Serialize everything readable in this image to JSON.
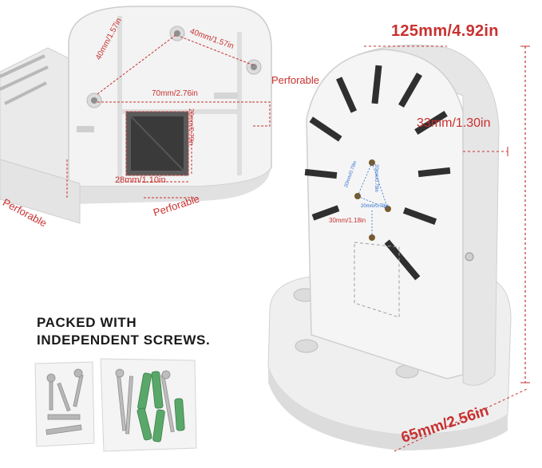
{
  "labels": {
    "height": "125mm/4.92in",
    "width": "65mm/2.56in",
    "depth": "33mm/1.30in",
    "perforable_a": "Perforable",
    "perforable_b": "Perforable",
    "perforable_c": "Perforable",
    "hole_spacing_a": "40mm/1.57in",
    "hole_spacing_b": "40mm/1.57in",
    "hole_spacing_c": "70mm/2.76in",
    "cutout_height": "20mm/0.79in",
    "cutout_width": "28mm/1.10in",
    "screw_a": "20mm/0.79in",
    "screw_b": "20mm/0.79in",
    "screw_c": "20mm/0.79in",
    "screw_d": "30mm/1.18in",
    "packed_line1": "PACKED WITH",
    "packed_line2": "INDEPENDENT SCREWS."
  },
  "colors": {
    "annotation_red": "#c8312f",
    "annotation_blue": "#2d6ed1",
    "plastic": "#f1f1f1",
    "plastic_shadow": "#d6d6d6",
    "slot": "#2f2f2f"
  }
}
